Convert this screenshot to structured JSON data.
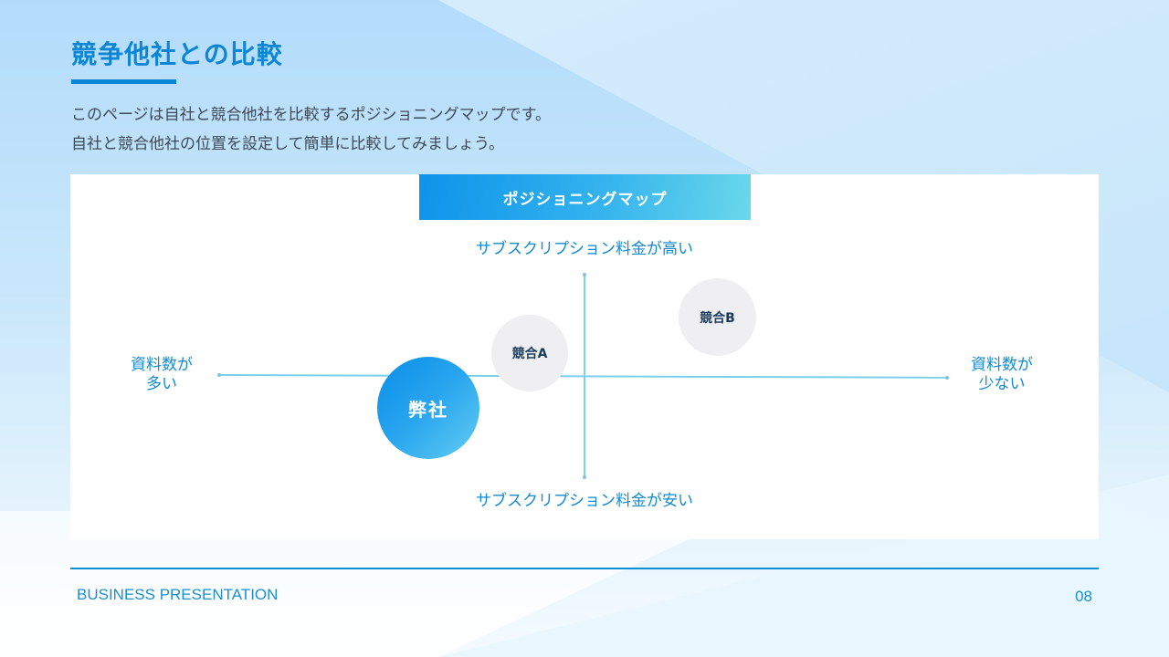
{
  "slide": {
    "title": "競争他社との比較",
    "description_lines": [
      "このページは自社と競合他社を比較するポジショニングマップです。",
      "自社と競合他社の位置を設定して簡単に比較してみましょう。"
    ]
  },
  "map": {
    "header": "ポジショニングマップ",
    "axes": {
      "top": "サブスクリプション料金が高い",
      "bottom": "サブスクリプション料金が安い",
      "left_line1": "資料数が",
      "left_line2": "多い",
      "right_line1": "資料数が",
      "right_line2": "少ない"
    },
    "bubbles": [
      {
        "label": "弊社",
        "color": "#1a9bea"
      },
      {
        "label": "競合A",
        "color": "#efeff2"
      },
      {
        "label": "競合B",
        "color": "#efeff2"
      }
    ]
  },
  "footer": {
    "left": "BUSINESS PRESENTATION",
    "page_number": "08"
  },
  "colors": {
    "accent": "#0b85d6",
    "axis_line": "#7cd0ea",
    "competitor_text": "#1a3a5c"
  }
}
